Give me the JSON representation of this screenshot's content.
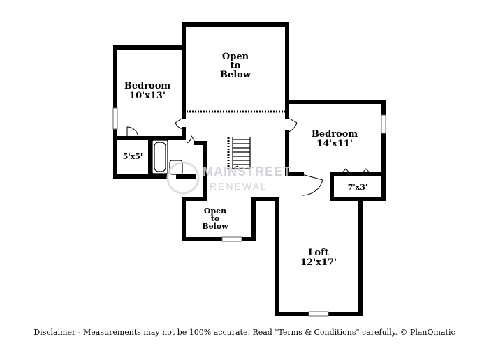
{
  "rooms": {
    "bedroom1": {
      "name": "Bedroom",
      "size": "10'x13'"
    },
    "open_top": {
      "line1": "Open",
      "line2": "to",
      "line3": "Below"
    },
    "bedroom2": {
      "name": "Bedroom",
      "size": "14'x11'"
    },
    "closet1": {
      "size": "5'x5'"
    },
    "closet2": {
      "size": "7'x3'"
    },
    "open_mid": {
      "line1": "Open",
      "line2": "to",
      "line3": "Below"
    },
    "loft": {
      "name": "Loft",
      "size": "12'x17'"
    }
  },
  "watermark": {
    "line1": "MAINSTREET",
    "line2": "RENEWAL"
  },
  "disclaimer": "Disclaimer - Measurements may not be 100% accurate. Read \"Terms & Conditions\" carefully. © PlanOmatic"
}
